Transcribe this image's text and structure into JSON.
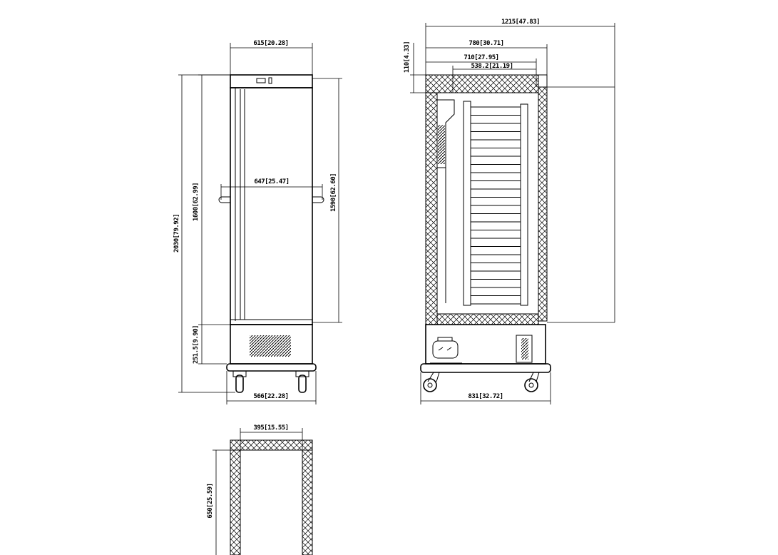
{
  "drawing": {
    "front_view": {
      "width_top": "615[20.28]",
      "handle_span": "647[25.47]",
      "door_height": "1600[62.99]",
      "door_height_right": "1590[62.60]",
      "total_height": "2030[79.92]",
      "base_height": "251.5[9.90]",
      "base_width": "566[22.28]"
    },
    "side_view": {
      "overall_depth": "1215[47.83]",
      "body_depth": "780[30.71]",
      "inner_depth": "710[27.95]",
      "rack_depth": "538.2[21.19]",
      "top_insulation": "110[4.33]",
      "base_depth": "831[32.72]"
    },
    "plan_view": {
      "inner_width": "395[15.55]",
      "inner_depth": "650[25.59]"
    }
  }
}
